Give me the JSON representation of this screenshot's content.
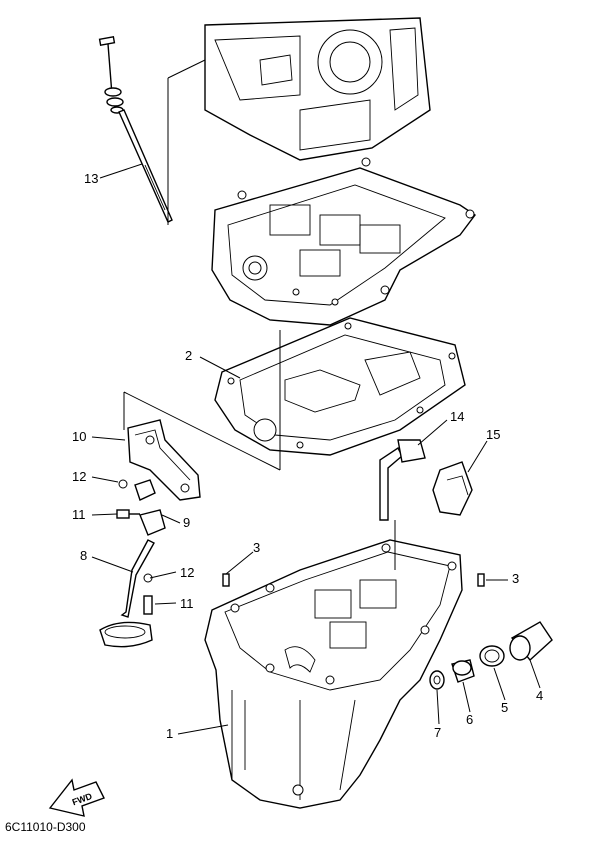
{
  "diagram_code": "6C11010-D300",
  "direction_label": "FWD",
  "callouts": [
    "13",
    "2",
    "14",
    "15",
    "10",
    "12",
    "11",
    "9",
    "8",
    "12",
    "11",
    "3",
    "3",
    "1",
    "7",
    "6",
    "5",
    "4"
  ]
}
